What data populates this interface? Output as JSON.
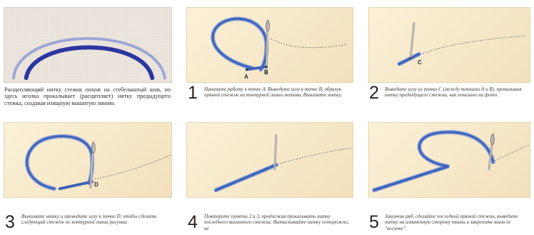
{
  "intro_text": "Расщепляющий нитку стежок похож на стебельчатый шов, но здесь иголка прокалывает (расщепляет) нитку предыдущего стежка, создавая изящную вышитую линию.",
  "steps": [
    {
      "number": "1",
      "text": "Начинате работу в точке A. Выведите иглу в точке B, образуя прямой стежок на контурной линии мотива. Вынимате нитку.",
      "labels": [
        "A",
        "B"
      ]
    },
    {
      "number": "2",
      "text": "Выведите иглу из точки C (между точками A и B), прокалывая нитку предыдущего стежка, как показано на фото.",
      "labels": [
        "C"
      ]
    },
    {
      "number": "3",
      "text": "Вынимате нитку и проводите иглу к точке D, чтобы сделать следующий стежок по контурной линии рисунка.",
      "labels": [
        "D"
      ]
    },
    {
      "number": "4",
      "text": "Повторите пункты 2 и 3, продолжая прокалывать нитку последнего вышитого стежка. Вытаскивайте нитку осторожно, не",
      "labels": []
    },
    {
      "number": "5",
      "text": "Закончив ряд, сделайте последний прямой стежок, выведите нитку на изнаночную сторону ткани и закрепите вшов ее \"косичке\".",
      "labels": []
    }
  ],
  "colors": {
    "thread": "#3f63b8",
    "thread_light": "#8fa6dc",
    "fabric": "#f6e7c6",
    "swatch": "#e9e2da"
  }
}
